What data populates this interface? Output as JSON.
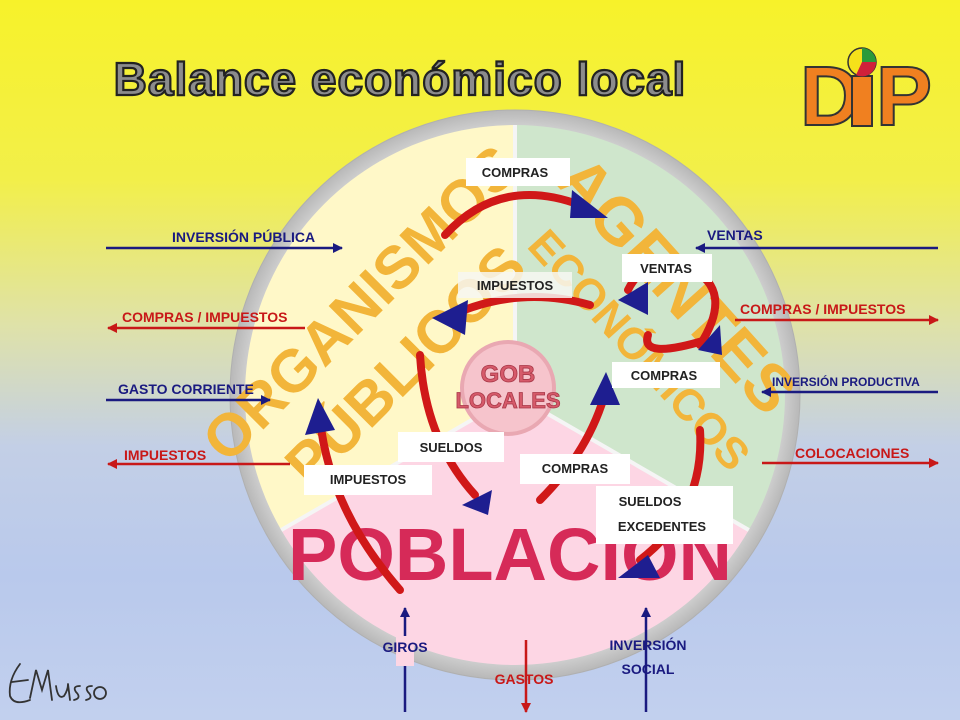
{
  "title": "Balance económico local",
  "logo": {
    "text": "DiP",
    "letters": [
      "D",
      "i",
      "P"
    ],
    "colors": {
      "orange": "#f08020",
      "green": "#2a9a3a",
      "red": "#d0203a",
      "yellow": "#f5e11a"
    }
  },
  "signature": {
    "text": "EMusso"
  },
  "sectors": {
    "organismos": {
      "line1": "ORGANISMOS",
      "line2": "PÚBLICOS",
      "color": "#fff8c8",
      "text_color": "#f2b53a"
    },
    "agentes": {
      "line1": "AGENTES",
      "line2": "ECONÓMICOS",
      "color": "#cfe6cc",
      "text_color": "#f2b53a"
    },
    "poblacion": {
      "line1": "POBLACIÓN",
      "color": "#fdd6e4",
      "text_color": "#d62a58"
    },
    "center": {
      "line1": "GOB",
      "line2": "LOCALES",
      "color": "#f6c4cc",
      "text_color": "#d65a6a"
    }
  },
  "inner_labels": {
    "compras_top": "COMPRAS",
    "impuestos_top": "IMPUESTOS",
    "ventas": "VENTAS",
    "compras_right": "COMPRAS",
    "sueldos_left": "SUELDOS",
    "impuestos_left": "IMPUESTOS",
    "compras_bottom": "COMPRAS",
    "sueldos_right": "SUELDOS",
    "excedentes": "EXCEDENTES"
  },
  "left_flows": [
    {
      "label": "INVERSIÓN PÚBLICA",
      "direction": "in",
      "color": "#1a1a80"
    },
    {
      "label": "COMPRAS / IMPUESTOS",
      "direction": "out",
      "color": "#c81818"
    },
    {
      "label": "GASTO CORRIENTE",
      "direction": "in",
      "color": "#1a1a80"
    },
    {
      "label": "IMPUESTOS",
      "direction": "out",
      "color": "#c81818"
    }
  ],
  "right_flows": [
    {
      "label": "VENTAS",
      "direction": "in",
      "color": "#1a1a80"
    },
    {
      "label": "COMPRAS / IMPUESTOS",
      "direction": "out",
      "color": "#c81818"
    },
    {
      "label": "INVERSIÓN PRODUCTIVA",
      "direction": "in",
      "color": "#1a1a80"
    },
    {
      "label": "COLOCACIONES",
      "direction": "out",
      "color": "#c81818"
    }
  ],
  "bottom_flows": [
    {
      "label": "GIROS",
      "direction": "in",
      "color": "#1a1a80"
    },
    {
      "label": "GASTOS",
      "direction": "out",
      "color": "#c81818"
    },
    {
      "label_line1": "INVERSIÓN",
      "label_line2": "SOCIAL",
      "direction": "in",
      "color": "#1a1a80"
    }
  ],
  "colors": {
    "cycle_arrow": "#d01818",
    "arrow_head": "#1e1e90",
    "outer_ring": "#c8c8c8",
    "title": "#8c8c8c"
  }
}
